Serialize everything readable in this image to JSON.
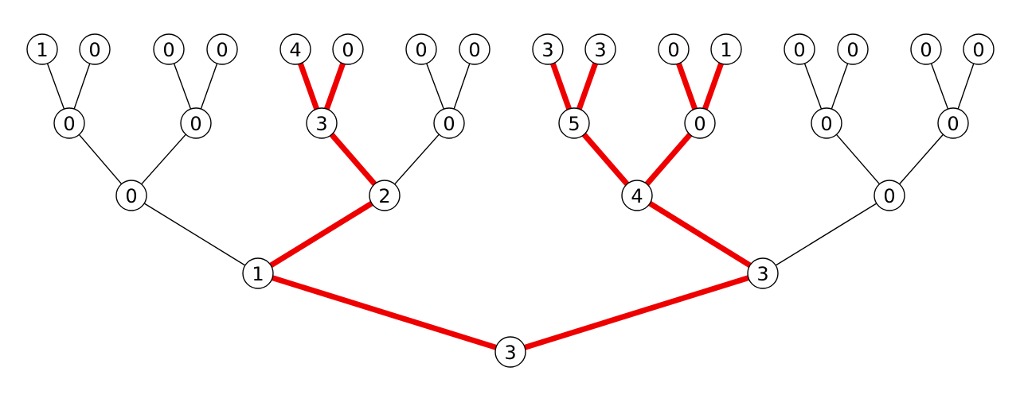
{
  "colors": {
    "highlight": "#ee0000",
    "edge": "#000000",
    "node_fill": "#ffffff"
  },
  "tree": {
    "levels": [
      [
        "3"
      ],
      [
        "1",
        "3"
      ],
      [
        "0",
        "2",
        "4",
        "0"
      ],
      [
        "0",
        "0",
        "3",
        "0",
        "5",
        "0",
        "0",
        "0"
      ],
      [
        "1",
        "0",
        "0",
        "0",
        "4",
        "0",
        "0",
        "0",
        "3",
        "3",
        "0",
        "1",
        "0",
        "0",
        "0",
        "0"
      ]
    ],
    "highlighted_edges": [
      [
        0,
        0,
        0
      ],
      [
        0,
        0,
        1
      ],
      [
        1,
        0,
        1
      ],
      [
        1,
        1,
        0
      ],
      [
        2,
        1,
        0
      ],
      [
        2,
        2,
        0
      ],
      [
        2,
        2,
        1
      ],
      [
        3,
        2,
        0
      ],
      [
        3,
        2,
        1
      ],
      [
        3,
        4,
        0
      ],
      [
        3,
        4,
        1
      ],
      [
        3,
        5,
        0
      ],
      [
        3,
        5,
        1
      ]
    ]
  }
}
